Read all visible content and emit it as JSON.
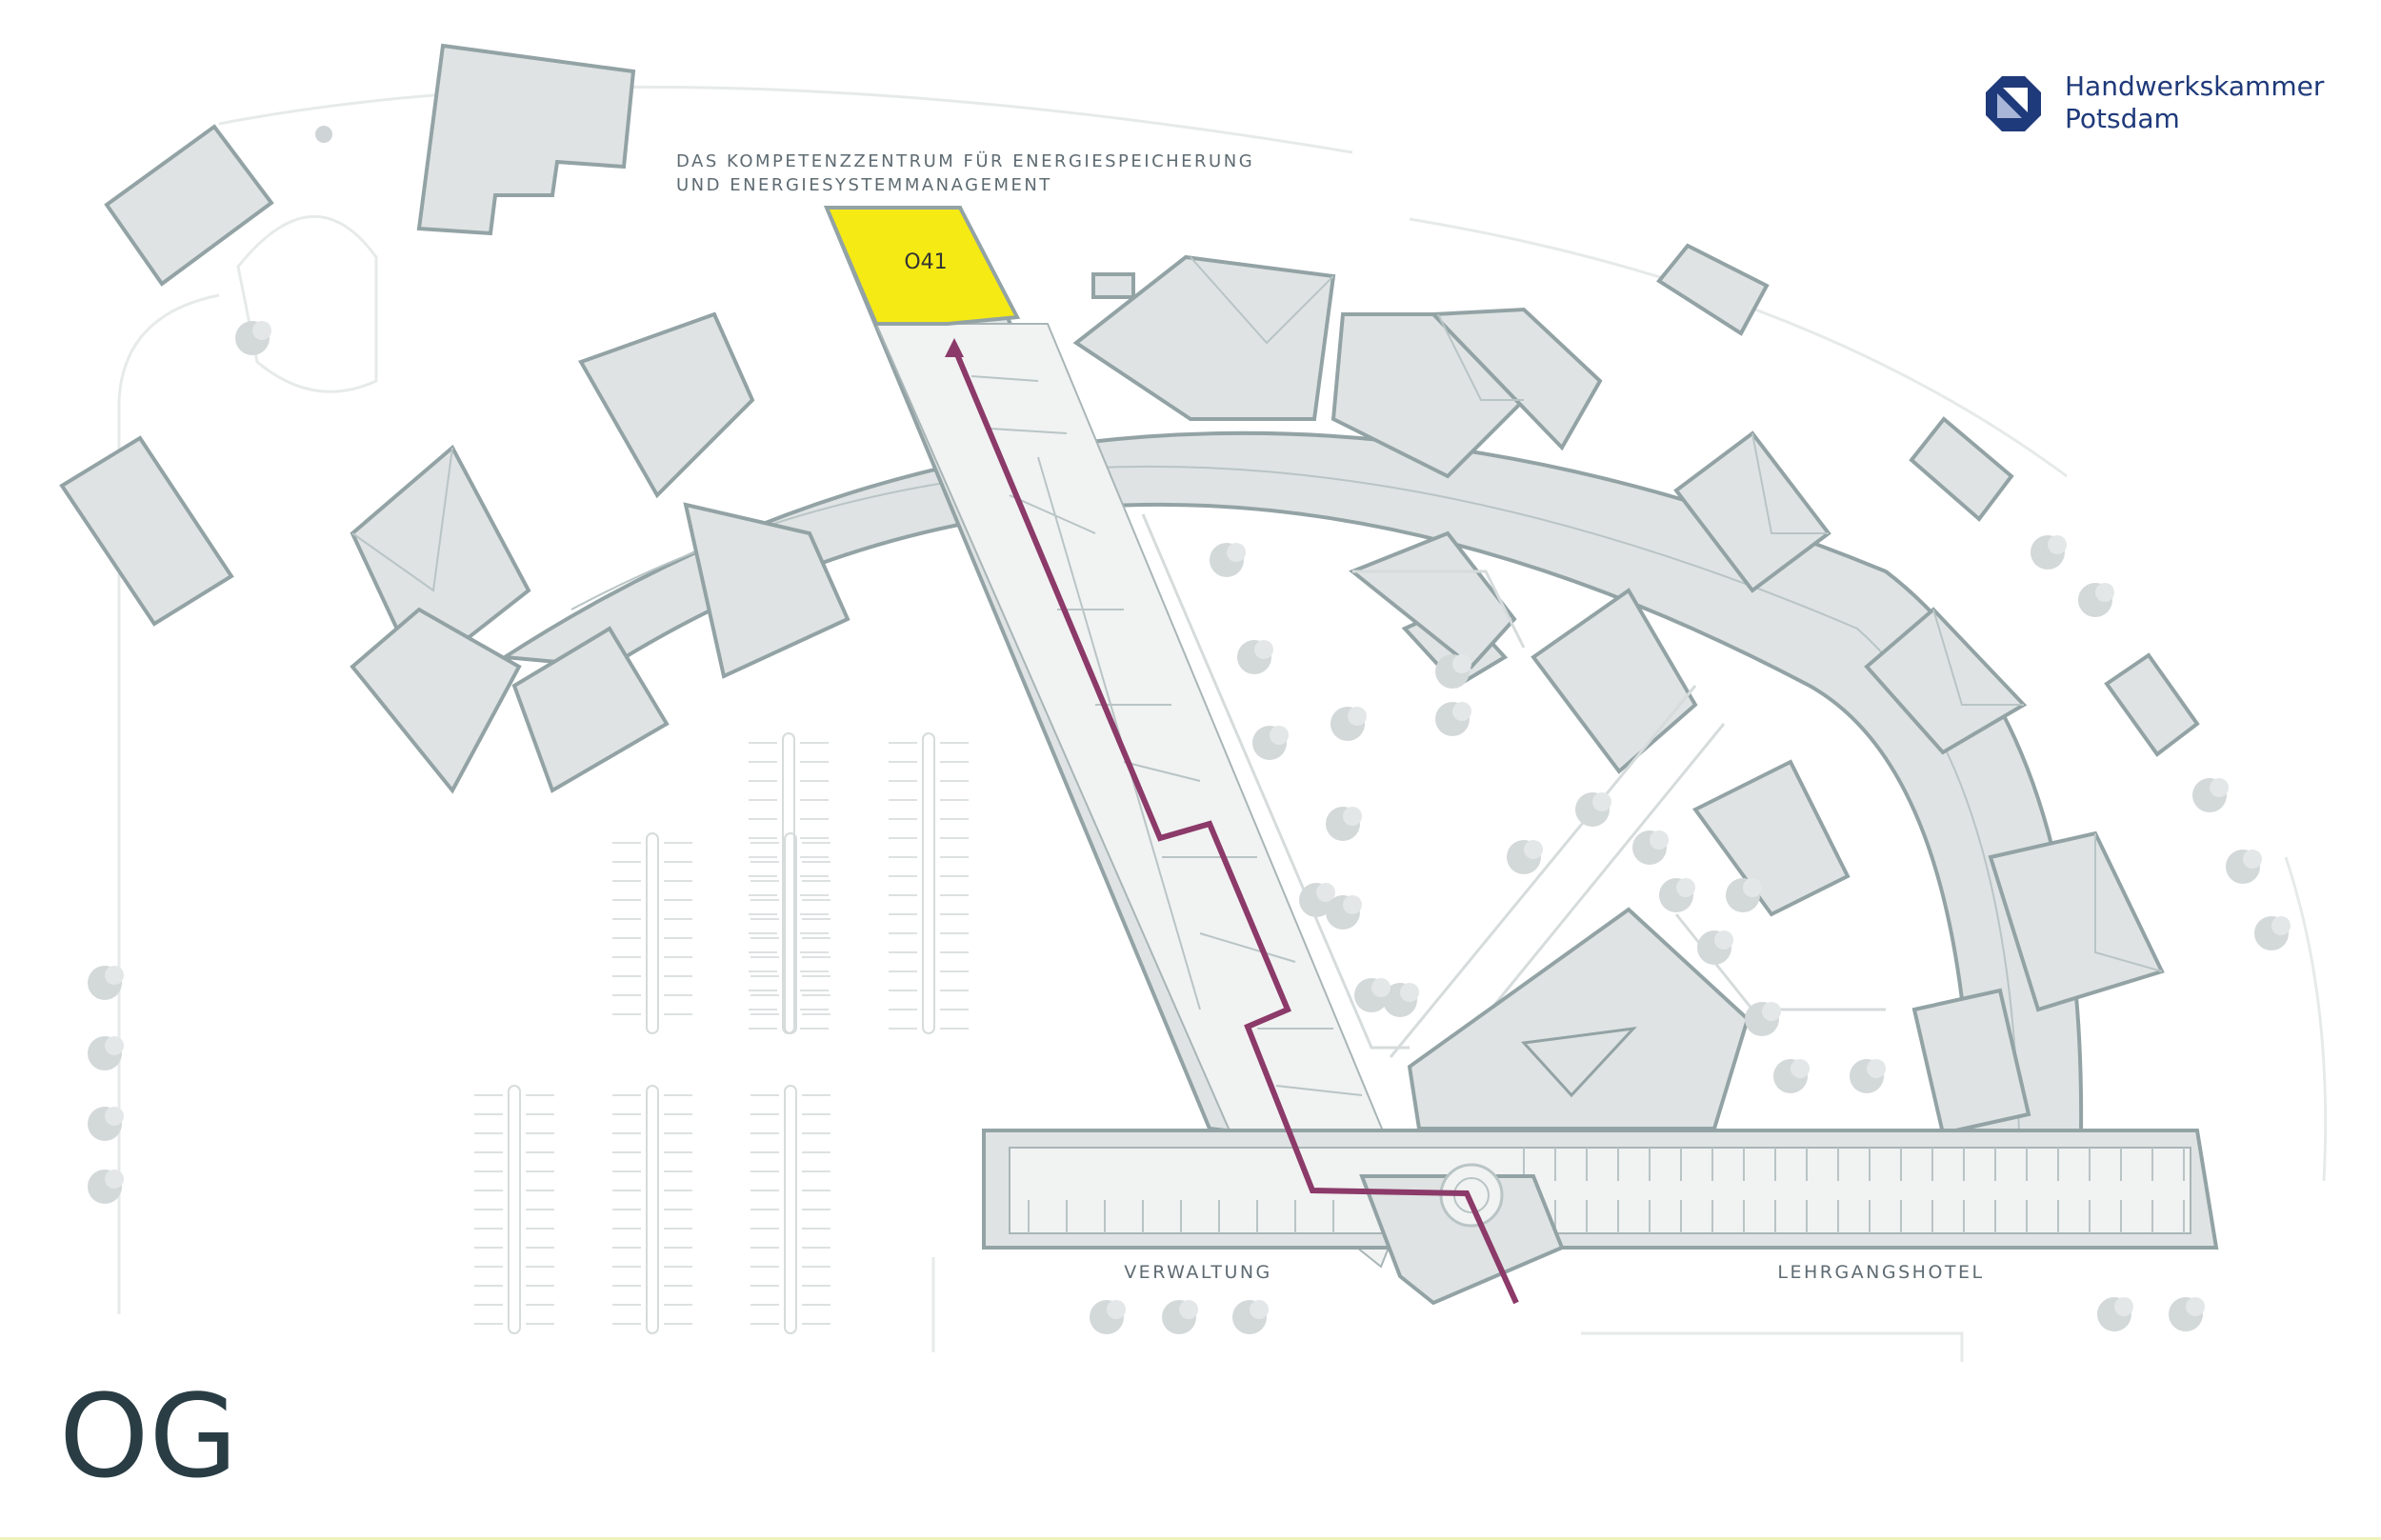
{
  "title": {
    "line1": "DAS KOMPETENZZENTRUM FÜR ENERGIESPEICHERUNG",
    "line2": "UND ENERGIESYSTEMMANAGEMENT"
  },
  "logo": {
    "line1": "Handwerkskammer",
    "line2": "Potsdam",
    "icon": "octagon-logo-icon"
  },
  "room": {
    "label": "O41",
    "highlight_color": "#f5ea14"
  },
  "floor": {
    "label": "OG"
  },
  "wings": {
    "left": "VERWALTUNG",
    "right": "LEHRGANGSHOTEL"
  },
  "colors": {
    "building": "#dfe3e3",
    "building_stroke": "#93a3a5",
    "route": "#8b3a69",
    "text": "#5e6b72",
    "floor_label": "#2a3d45",
    "logo": "#1f3a7a"
  }
}
